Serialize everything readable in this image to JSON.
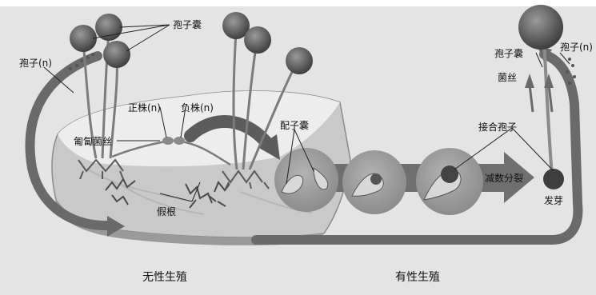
{
  "labels": {
    "sporangium_top": "孢子囊",
    "spore_left": "孢子(n)",
    "plus_strain": "正株(n)",
    "minus_strain": "负株(n)",
    "stolon": "匍匐菌丝",
    "rhizoid": "假根",
    "gametangium": "配子囊",
    "zygospore": "接合孢子",
    "meiosis": "减数分裂",
    "sporangium_right": "孢子囊",
    "hypha": "菌丝",
    "spore_right": "孢子(n)",
    "germination": "发芽"
  },
  "captions": {
    "asexual": "无性生殖",
    "sexual": "有性生殖"
  }
}
